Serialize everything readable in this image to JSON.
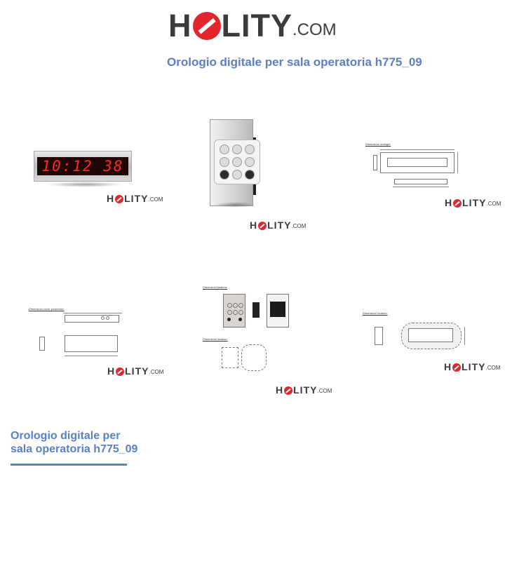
{
  "header": {
    "logo": {
      "h": "H",
      "lity": "LITY",
      "com": ".COM"
    },
    "title": "Orologio digitale per sala operatoria h775_09"
  },
  "gallery": {
    "clock": {
      "time": "10:12 38",
      "logo_h": "H",
      "logo_lity": "LITY",
      "logo_com": ".COM"
    },
    "keypad": {
      "logo_h": "H",
      "logo_lity": "LITY",
      "logo_com": ".COM"
    },
    "drawing_outside": {
      "label": "Dimensioni orologio:",
      "logo_h": "H",
      "logo_lity": "LITY",
      "logo_com": ".COM"
    },
    "drawing_cover": {
      "label": "Dimensioni cover posteriore:",
      "logo_h": "H",
      "logo_lity": "LITY",
      "logo_com": ".COM"
    },
    "drawing_keypad": {
      "label_top": "Dimensioni tastiera:",
      "label_bottom": "Dimensioni incasso:",
      "logo_h": "H",
      "logo_lity": "LITY",
      "logo_com": ".COM"
    },
    "drawing_recess": {
      "label": "Dimensioni incasso:",
      "logo_h": "H",
      "logo_lity": "LITY",
      "logo_com": ".COM"
    }
  },
  "footer": {
    "title_line1": "Orologio digitale per",
    "title_line2": "sala operatoria h775_09"
  }
}
